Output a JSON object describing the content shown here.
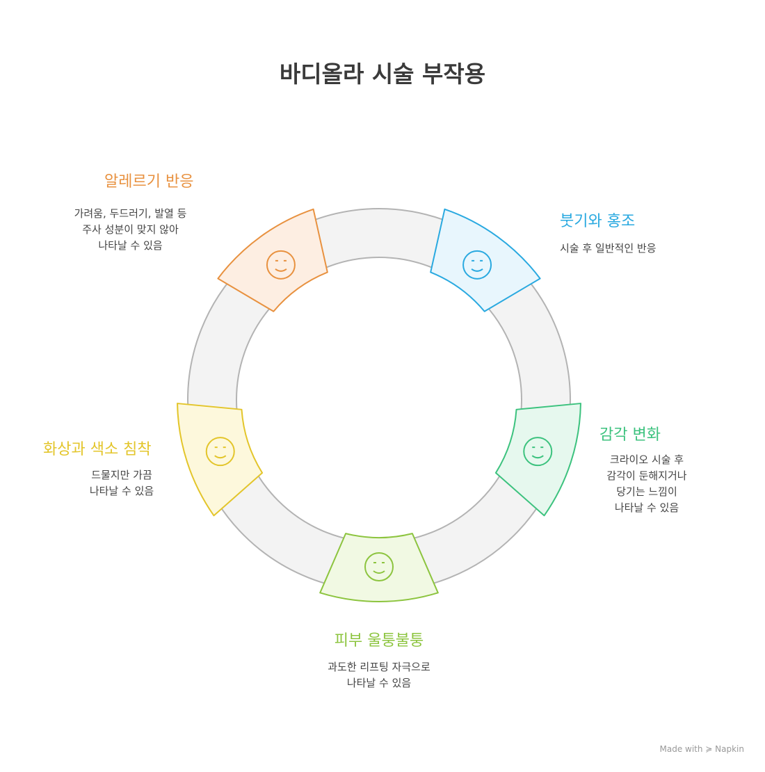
{
  "title": "바디올라 시술 부작용",
  "items": [
    {
      "heading": "붓기와 홍조",
      "desc": "시술 후 일반적인 반응",
      "color": "#29a9e0",
      "fill": "#e8f6fd",
      "icon": "face-tear-icon"
    },
    {
      "heading": "감각 변화",
      "desc": "크라이오 시술 후\n감각이 둔해지거나\n당기는 느낌이\n나타날 수 있음",
      "color": "#3cc27e",
      "fill": "#e6f8ee",
      "icon": "fingers-clock-icon"
    },
    {
      "heading": "피부 울퉁불퉁",
      "desc": "과도한 리프팅 자극으로\n나타날 수 있음",
      "color": "#8cc43e",
      "fill": "#f1f9e3",
      "icon": "head-skin-icon"
    },
    {
      "heading": "화상과 색소 침착",
      "desc": "드물지만 가끔\n나타날 수 있음",
      "color": "#e3c52a",
      "fill": "#fdf8dc",
      "icon": "skin-drop-icon"
    },
    {
      "heading": "알레르기 반응",
      "desc": "가려움, 두드러기, 발열 등\n주사 성분이 맞지 않아\n나타날 수 있음",
      "color": "#e8913f",
      "fill": "#fdeee2",
      "icon": "sneeze-face-icon"
    }
  ],
  "credit": "Made with ≽ Napkin"
}
